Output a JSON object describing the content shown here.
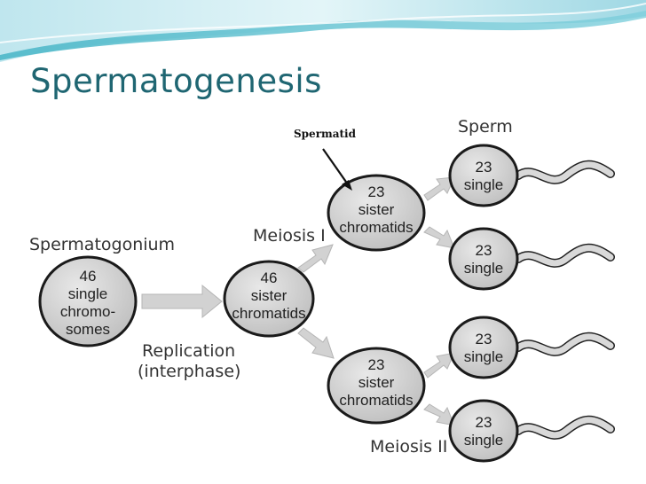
{
  "slide": {
    "title": "Spermatogenesis"
  },
  "labels": {
    "spermatid": "Spermatid",
    "sperm": "Sperm",
    "spermatogonium": "Spermatogonium",
    "meiosis_1": "Meiosis I",
    "meiosis_2": "Meiosis II",
    "replication": "Replication",
    "interphase": "(interphase)"
  },
  "cells": {
    "spermatogonium": [
      "46",
      "single",
      "chromo-",
      "somes"
    ],
    "replicated": [
      "46",
      "sister",
      "chromatids"
    ],
    "secondary_top": [
      "23",
      "sister",
      "chromatids"
    ],
    "secondary_bottom": [
      "23",
      "sister",
      "chromatids"
    ],
    "sperm_1": [
      "23",
      "single"
    ],
    "sperm_2": [
      "23",
      "single"
    ],
    "sperm_3": [
      "23",
      "single"
    ],
    "sperm_4": [
      "23",
      "single"
    ]
  },
  "colors": {
    "title": "#1f6672",
    "cell_fill": "#cfcfcf",
    "arrow_fill": "#d2d2d2",
    "wave_teal": "#2aa5b8"
  }
}
